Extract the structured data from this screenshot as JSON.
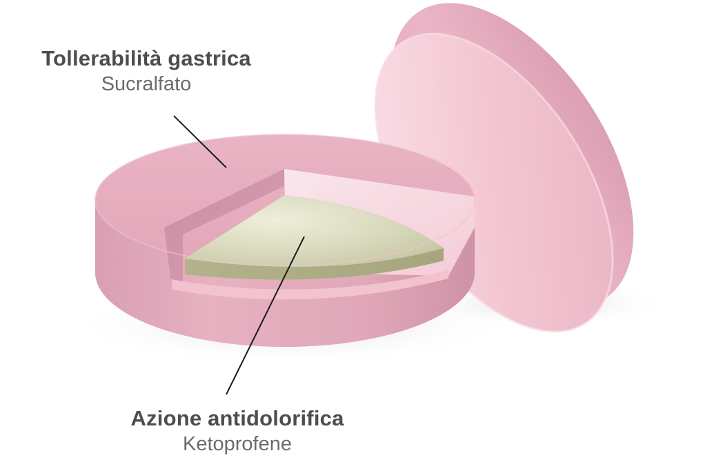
{
  "annotations": {
    "top": {
      "title": "Tollerabilità gastrica",
      "subtitle": "Sucralfato"
    },
    "bottom": {
      "title": "Azione antidolorifica",
      "subtitle": "Ketoprofene"
    }
  },
  "colors": {
    "tablet_pink": "#e3aabb",
    "tablet_pink_light": "#f6d3dc",
    "core_green": "#d8d9bd",
    "leader_line": "#1a1a1a",
    "text_dark": "#4d4d4d"
  }
}
